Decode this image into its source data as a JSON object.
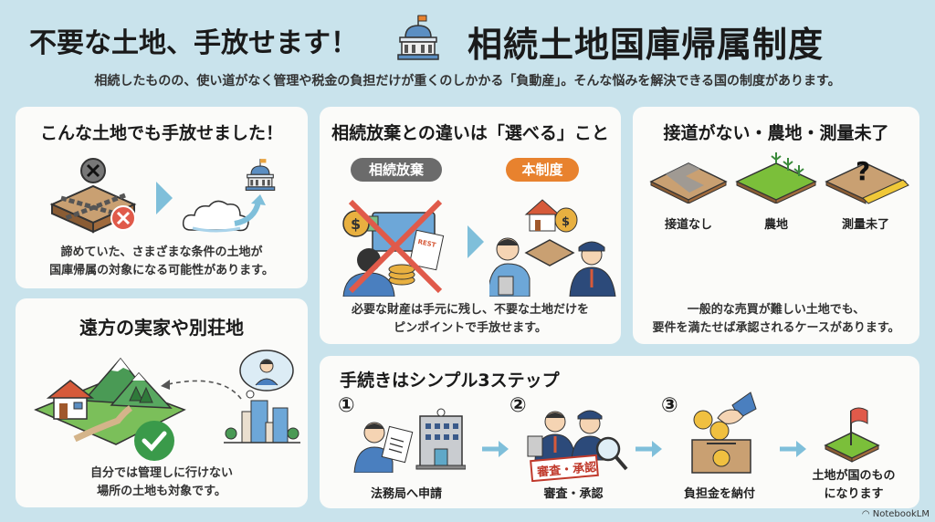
{
  "header": {
    "title_left": "不要な土地、手放せます！",
    "title_right": "相続土地国庫帰属制度",
    "title_icon": "government-building-icon",
    "subtitle": "相続したものの、使い道がなく管理や税金の負担だけが重くのしかかる「負動産」。そんな悩みを解決できる国の制度があります。"
  },
  "panels": {
    "examples": {
      "title": "こんな土地でも手放せました！",
      "text_line1": "諦めていた、さまざまな条件の土地が",
      "text_line2": "国庫帰属の対象になる可能性があります。",
      "icons": [
        "chained-land-icon",
        "arrow-right-icon",
        "cloud-icon",
        "government-building-icon"
      ]
    },
    "remote": {
      "title": "遠方の実家や別荘地",
      "text_line1": "自分では管理しに行けない",
      "text_line2": "場所の土地も対象です。",
      "icons": [
        "house-mountain-icon",
        "check-icon",
        "thought-bubble-person-icon",
        "city-buildings-icon"
      ]
    },
    "difference": {
      "title": "相続放棄との違いは「選べる」こと",
      "pill_left": "相続放棄",
      "pill_right": "本制度",
      "text_line1": "必要な財産は手元に残し、不要な土地だけを",
      "text_line2": "ピンポイントで手放せます。",
      "rest_label": "REST"
    },
    "land_types": {
      "title": "接道がない・農地・測量未了",
      "items": [
        {
          "label": "接道なし",
          "icon": "no-road-access-land-icon"
        },
        {
          "label": "農地",
          "icon": "farmland-icon"
        },
        {
          "label": "測量未了",
          "icon": "unsurveyed-land-icon"
        }
      ],
      "text_line1": "一般的な売買が難しい土地でも、",
      "text_line2": "要件を満たせば承認されるケースがあります。"
    },
    "steps": {
      "title": "手続きはシンプル3ステップ",
      "items": [
        {
          "num": "①",
          "label": "法務局へ申請",
          "icon": "application-office-icon"
        },
        {
          "num": "②",
          "label": "審査・承認",
          "icon": "review-approval-icon",
          "stamp": "審査・承認"
        },
        {
          "num": "③",
          "label": "負担金を納付",
          "icon": "coin-box-icon"
        }
      ],
      "final_line1": "土地が国のもの",
      "final_line2": "になります"
    }
  },
  "footer": {
    "brand": "NotebookLM"
  },
  "colors": {
    "background": "#c9e3ec",
    "panel": "#fbfbf9",
    "pill_gray": "#6b6b6b",
    "pill_orange": "#e8822e",
    "arrow_blue": "#7fbfda",
    "cross_red": "#e05a4a",
    "check_green": "#3a9a4a"
  }
}
